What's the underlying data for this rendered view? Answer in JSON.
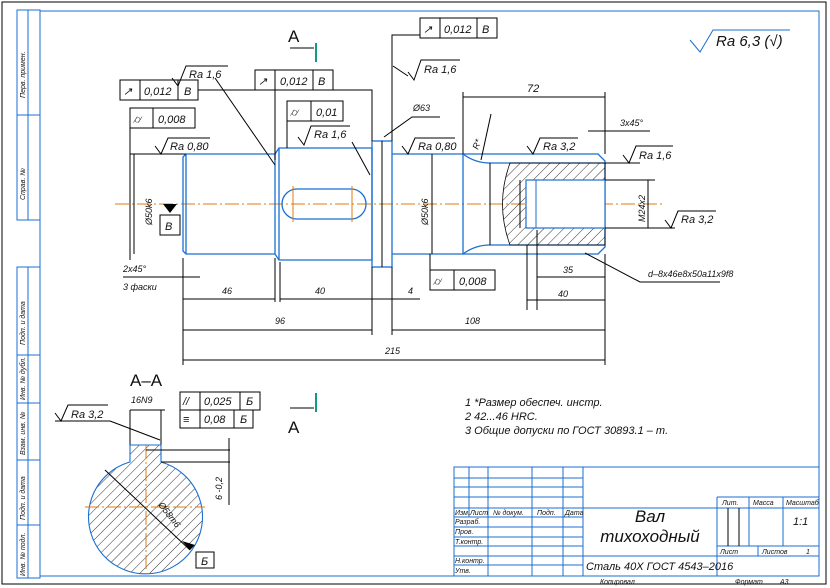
{
  "drawing": {
    "general_roughness": "Ra 6,3 (√)",
    "section_mark": "A",
    "section_title": "А–А",
    "gdt": [
      {
        "symbol": "↗",
        "value": "0,012",
        "datum": "B"
      },
      {
        "symbol": "⌭",
        "value": "0,008"
      },
      {
        "symbol": "↗",
        "value": "0,012",
        "datum": "B"
      },
      {
        "symbol": "⌭",
        "value": "0,01"
      },
      {
        "symbol": "↗",
        "value": "0,012",
        "datum": "B"
      },
      {
        "symbol": "⌭",
        "value": "0,008"
      },
      {
        "symbol": "//",
        "value": "0,025",
        "datum": "Б"
      },
      {
        "symbol": "≡",
        "value": "0,08",
        "datum": "Б"
      }
    ],
    "datums": {
      "main": "B",
      "section": "Б"
    },
    "roughness": [
      "Ra 1,6",
      "Ra 0,80",
      "Ra 1,6",
      "Ra 1,6",
      "Ra 0,80",
      "Ra 3,2",
      "Ra 1,6",
      "Ra 3,2",
      "Ra 3,2"
    ],
    "dimensions": {
      "d63": "Ø63",
      "d50_left": "Ø50k6",
      "d50_right": "Ø50k6",
      "thread": "M24x2",
      "chamfer_right": "3x45°",
      "radius": "R*",
      "spline": "d–8x46e8x50a11x9f8",
      "chamfer_left": "2x45°",
      "chamfer_left_note": "3 фаски",
      "l46": "46",
      "l40": "40",
      "l4": "4",
      "l96": "96",
      "l108": "108",
      "l215": "215",
      "l72": "72",
      "l35": "35",
      "l40b": "40",
      "key_width": "16N9",
      "key_depth": "6 -0,2",
      "section_dia": "Ø58m6"
    },
    "notes": [
      "1 *Размер обеспеч. инстр.",
      "2 42...46 HRC.",
      "3 Общие допуски по ГОСТ 30893.1 – m."
    ]
  },
  "side_stamp": [
    "Перв. примен.",
    "Справ. №",
    "Подп. и дата",
    "Инв. № дубл.",
    "Взам. инв. №",
    "Подп. и дата",
    "Инв. № подл."
  ],
  "title_block": {
    "name_line1": "Вал",
    "name_line2": "тихоходный",
    "material": "Сталь 40Х ГОСТ 4543–2016",
    "headers": {
      "izm": "Изм.",
      "list": "Лист",
      "doc": "№ докум.",
      "sign": "Подп.",
      "date": "Дата"
    },
    "roles": [
      "Разраб.",
      "Пров.",
      "Т.контр.",
      "",
      "Н.контр.",
      "Утв."
    ],
    "lit_label": "Лит.",
    "mass_label": "Масса",
    "scale_label": "Масштаб",
    "scale": "1:1",
    "sheet_label": "Лист",
    "sheets_label": "Листов",
    "sheets": "1",
    "copied": "Копировал",
    "format_label": "Формат",
    "format": "A3"
  },
  "colors": {
    "outline": "#1a6fd1",
    "axis": "#e07a10",
    "section_mark": "#0f9a86"
  }
}
